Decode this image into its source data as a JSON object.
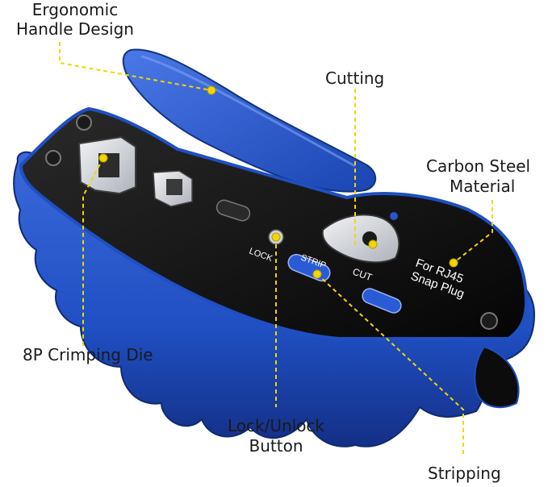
{
  "callouts": {
    "ergonomic_line1": "Ergonomic",
    "ergonomic_line2": "Handle Design",
    "cutting": "Cutting",
    "carbon_line1": "Carbon Steel",
    "carbon_line2": "Material",
    "crimping": "8P Crimping Die",
    "lock_line1": "Lock/Unlock",
    "lock_line2": "Button",
    "stripping": "Stripping"
  },
  "tool_labels": {
    "lock": "LOCK",
    "strip": "STRIP",
    "cut": "CUT",
    "brand_line1": "For RJ45",
    "brand_line2": "Snap Plug"
  },
  "colors": {
    "blue": "#1f4fc2",
    "blue_dark": "#163a93",
    "blue_light": "#3d6be0",
    "black": "#111111",
    "steel": "#d9dce0",
    "leader": "#f2d600"
  }
}
